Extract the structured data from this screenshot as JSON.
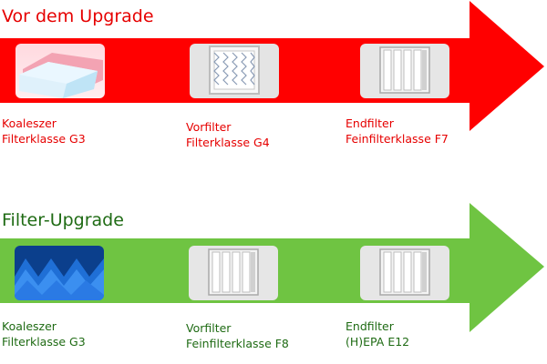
{
  "colors": {
    "before_arrow": "#ff0000",
    "before_text": "#e60000",
    "upgrade_arrow": "#6fc442",
    "upgrade_text": "#1f6b14"
  },
  "before": {
    "title": "Vor dem Upgrade",
    "stages": [
      {
        "name": "Koaleszer",
        "class": "Filterklasse G3",
        "image": "coalescer-pad-image"
      },
      {
        "name": "Vorfilter",
        "class": "Filterklasse G4",
        "image": "pleated-panel-filter-image"
      },
      {
        "name": "Endfilter",
        "class": "Feinfilterklasse F7",
        "image": "bag-filter-image"
      }
    ]
  },
  "upgrade": {
    "title": "Filter-Upgrade",
    "stages": [
      {
        "name": "Koaleszer",
        "class": "Filterklasse G3",
        "image": "blue-coalescer-mat-image"
      },
      {
        "name": "Vorfilter",
        "class": "Feinfilterklasse F8",
        "image": "bag-filter-image"
      },
      {
        "name": "Endfilter",
        "class": "(H)EPA E12",
        "image": "bag-filter-image"
      }
    ]
  }
}
